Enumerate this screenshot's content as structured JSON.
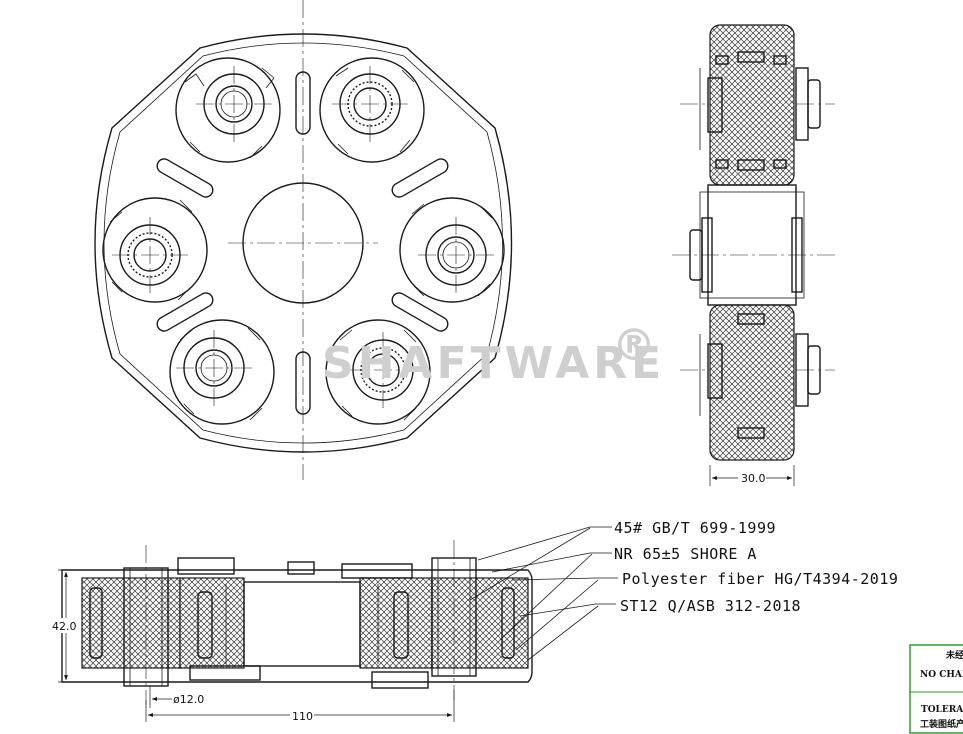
{
  "watermark": "SHAFTWARE",
  "watermark_mark": "®",
  "materials": [
    "45# GB/T 699-1999",
    "NR 65±5 SHORE A",
    "Polyester fiber HG/T4394-2019",
    "ST12 Q/ASB 312-2018"
  ],
  "dimensions": {
    "side_thickness": "30.0",
    "height": "42.0",
    "bore": "ø12.0",
    "width": "110"
  },
  "title_block": {
    "line1": "未经",
    "line2": "NO CHANG",
    "line3": "TOLERANC",
    "line4": "工装图纸产"
  },
  "colors": {
    "line": "#1a1a1a",
    "watermark": "#cfcfcf",
    "title_block_border": "#2ca02c"
  }
}
